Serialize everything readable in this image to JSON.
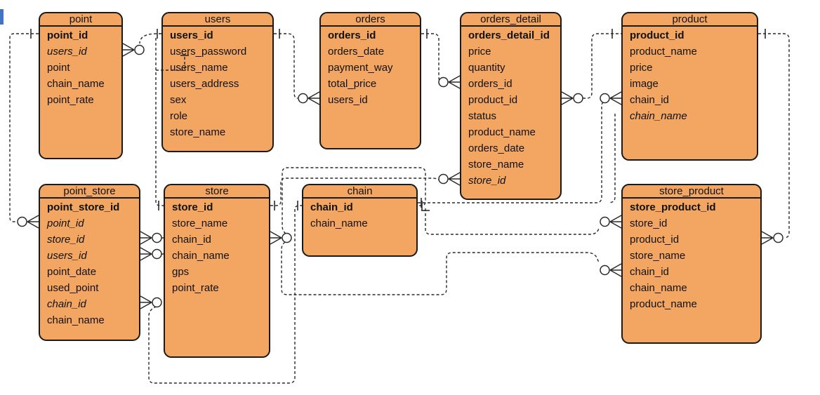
{
  "diagram": {
    "type": "entity-relationship",
    "notation": "crow's foot (one / zero-or-many), dashed relationship lines"
  },
  "colors": {
    "table_fill": "#F2A662",
    "table_border": "#1A1A1A",
    "wire": "#2A2A2A",
    "background": "#FFFFFF",
    "artifact_blue": "#4472C4"
  },
  "tables": [
    {
      "id": "point",
      "title": "point",
      "fields": [
        {
          "name": "point_id",
          "bold": true
        },
        {
          "name": "users_id",
          "italic": true
        },
        {
          "name": "point"
        },
        {
          "name": "chain_name"
        },
        {
          "name": "point_rate"
        }
      ]
    },
    {
      "id": "users",
      "title": "users",
      "fields": [
        {
          "name": "users_id",
          "bold": true
        },
        {
          "name": "users_password"
        },
        {
          "name": "users_name"
        },
        {
          "name": "users_address"
        },
        {
          "name": "sex"
        },
        {
          "name": "role"
        },
        {
          "name": "store_name"
        }
      ]
    },
    {
      "id": "orders",
      "title": "orders",
      "fields": [
        {
          "name": "orders_id",
          "bold": true
        },
        {
          "name": "orders_date"
        },
        {
          "name": "payment_way"
        },
        {
          "name": "total_price"
        },
        {
          "name": "users_id"
        }
      ]
    },
    {
      "id": "orders_detail",
      "title": "orders_detail",
      "fields": [
        {
          "name": "orders_detail_id",
          "bold": true
        },
        {
          "name": "price"
        },
        {
          "name": "quantity"
        },
        {
          "name": "orders_id"
        },
        {
          "name": "product_id"
        },
        {
          "name": "status"
        },
        {
          "name": "product_name"
        },
        {
          "name": "orders_date"
        },
        {
          "name": "store_name"
        },
        {
          "name": "store_id",
          "italic": true
        }
      ]
    },
    {
      "id": "product",
      "title": "product",
      "fields": [
        {
          "name": "product_id",
          "bold": true
        },
        {
          "name": "product_name"
        },
        {
          "name": "price"
        },
        {
          "name": "image"
        },
        {
          "name": "chain_id"
        },
        {
          "name": "chain_name",
          "italic": true
        }
      ]
    },
    {
      "id": "point_store",
      "title": "point_store",
      "fields": [
        {
          "name": "point_store_id",
          "bold": true
        },
        {
          "name": "point_id",
          "italic": true
        },
        {
          "name": "store_id",
          "italic": true
        },
        {
          "name": "users_id",
          "italic": true
        },
        {
          "name": "point_date"
        },
        {
          "name": "used_point"
        },
        {
          "name": "chain_id",
          "italic": true
        },
        {
          "name": "chain_name"
        }
      ]
    },
    {
      "id": "store",
      "title": "store",
      "fields": [
        {
          "name": "store_id",
          "bold": true
        },
        {
          "name": "store_name"
        },
        {
          "name": "chain_id"
        },
        {
          "name": "chain_name"
        },
        {
          "name": "gps"
        },
        {
          "name": "point_rate"
        }
      ]
    },
    {
      "id": "chain",
      "title": "chain",
      "fields": [
        {
          "name": "chain_id",
          "bold": true
        },
        {
          "name": "chain_name"
        }
      ]
    },
    {
      "id": "store_product",
      "title": "store_product",
      "fields": [
        {
          "name": "store_product_id",
          "bold": true
        },
        {
          "name": "store_id"
        },
        {
          "name": "product_id"
        },
        {
          "name": "store_name"
        },
        {
          "name": "chain_id"
        },
        {
          "name": "chain_name"
        },
        {
          "name": "product_name"
        }
      ]
    }
  ],
  "relationships": [
    {
      "one": "users.users_id",
      "many": "point.users_id"
    },
    {
      "one": "point.point_id",
      "many": "point_store.point_id"
    },
    {
      "one": "store.store_id",
      "many": "point_store.store_id"
    },
    {
      "one": "users.users_id",
      "many": "point_store.users_id"
    },
    {
      "one": "chain.chain_id",
      "many": "point_store.chain_id"
    },
    {
      "one": "users.users_id",
      "many": "orders.users_id"
    },
    {
      "one": "orders.orders_id",
      "many": "orders_detail.orders_id"
    },
    {
      "one": "store.store_id",
      "many": "orders_detail.store_id"
    },
    {
      "one": "product.product_id",
      "many": "orders_detail.product_id"
    },
    {
      "one": "chain.chain_id",
      "many": "product.chain_id"
    },
    {
      "one": "chain.chain_id",
      "many": "store.chain_id"
    },
    {
      "one": "store.store_id",
      "many": "store_product.store_id"
    },
    {
      "one": "chain.chain_id",
      "many": "store_product.chain_id"
    },
    {
      "one": "product.product_id",
      "many": "store_product.product_id"
    }
  ]
}
